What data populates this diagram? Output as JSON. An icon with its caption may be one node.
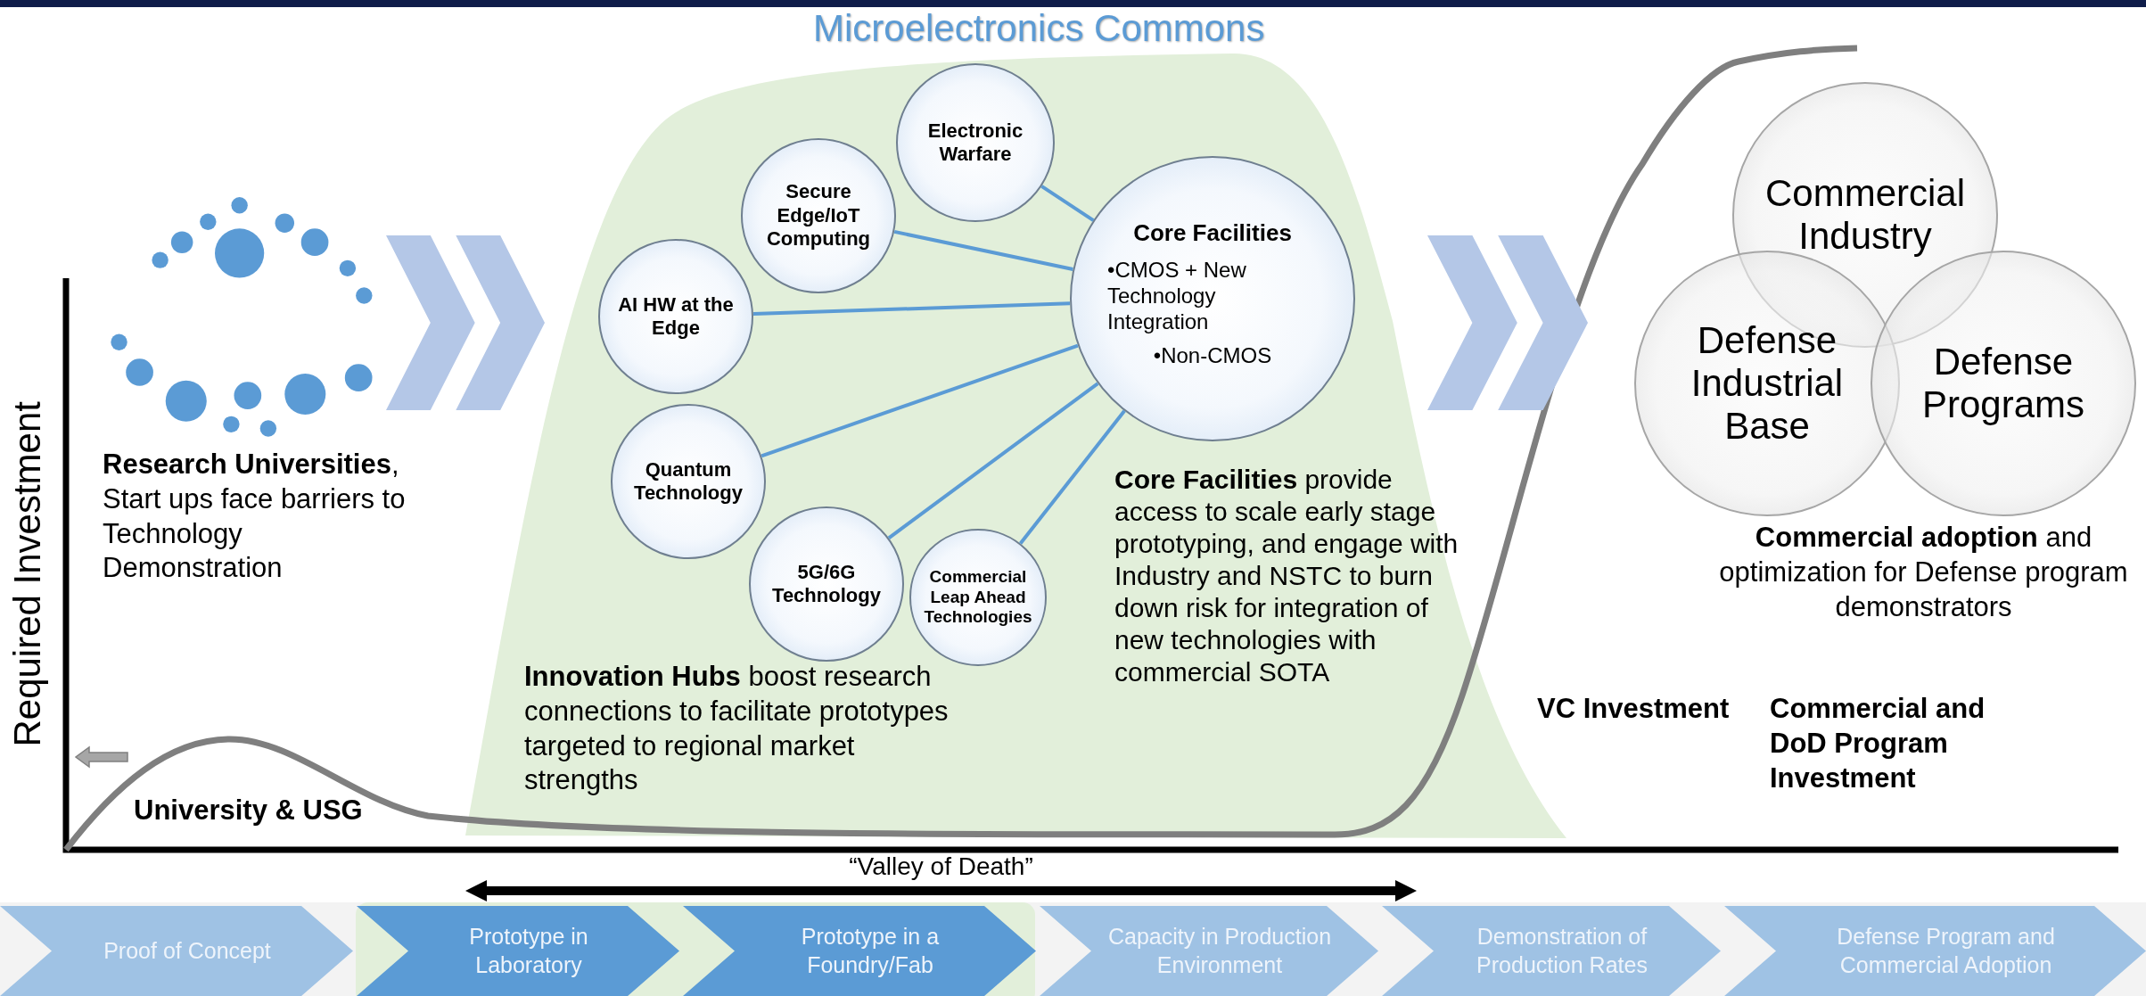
{
  "diagram": {
    "nodes": [
      {
        "text": [],
        "shape": "picture",
        "beside": [
          "**Research Universities**, Start ups face barriers to Technology Demonstration"
        ]
      },
      {
        "text": [
          "Microelectronics Commons"
        ]
      },
      {
        "text": [
          "Electronic Warfare"
        ],
        "in": 1
      },
      {
        "text": [
          "Secure Edge/IoT Computing"
        ],
        "in": 1
      },
      {
        "text": [
          "AI HW at the Edge"
        ],
        "in": 1
      },
      {
        "text": [
          "Quantum Technology"
        ],
        "in": 1
      },
      {
        "text": [
          "5G/6G Technology"
        ],
        "in": 1
      },
      {
        "text": [
          "Commercial Leap Ahead Technologies"
        ],
        "in": 1
      },
      {
        "text": [
          "Core Facilities",
          "•CMOS + New Technology Integration",
          "•Non-CMOS"
        ],
        "in": 1
      },
      {
        "text": [
          "Commercial Industry"
        ]
      },
      {
        "text": [
          "Defense Industrial Base"
        ]
      },
      {
        "text": [
          "Defense Programs"
        ]
      },
      {
        "text": [
          "Proof of Concept"
        ]
      },
      {
        "text": [
          "Prototype in Laboratory"
        ]
      },
      {
        "text": [
          "Prototype in a Foundry/Fab"
        ]
      },
      {
        "text": [
          "Capacity in Production Environment"
        ]
      },
      {
        "text": [
          "Demonstration of Production Rates"
        ]
      },
      {
        "text": [
          "Defense Program and Commercial Adoption"
        ]
      }
    ],
    "edges": [
      {
        "from": 0,
        "to": 1,
        "arrow": "to",
        "style": "thick",
        "color": "#b4c7e7"
      },
      {
        "from": 2,
        "to": 8,
        "arrow": "none"
      },
      {
        "from": 3,
        "to": 8,
        "arrow": "none"
      },
      {
        "from": 4,
        "to": 8,
        "arrow": "none"
      },
      {
        "from": 5,
        "to": 8,
        "arrow": "none"
      },
      {
        "from": 6,
        "to": 8,
        "arrow": "none"
      },
      {
        "from": 7,
        "to": 8,
        "arrow": "none"
      },
      {
        "from": 1,
        "to": null,
        "arrow": "to",
        "style": "thick",
        "color": "#b4c7e7"
      }
    ],
    "labels": [
      "Required Investment",
      "**Innovation Hubs** boost research connections to facilitate prototypes targeted to regional market strengths",
      "**Core Facilities** provide access to scale early stage prototyping, and engage with Industry and NSTC to burn down risk for integration of new technologies with commercial SOTA",
      "**Commercial adoption** and optimization for Defense program demonstrators",
      "VC Investment",
      "Commercial and DoD Program Investment",
      "University & USG",
      "“Valley of Death”"
    ]
  }
}
